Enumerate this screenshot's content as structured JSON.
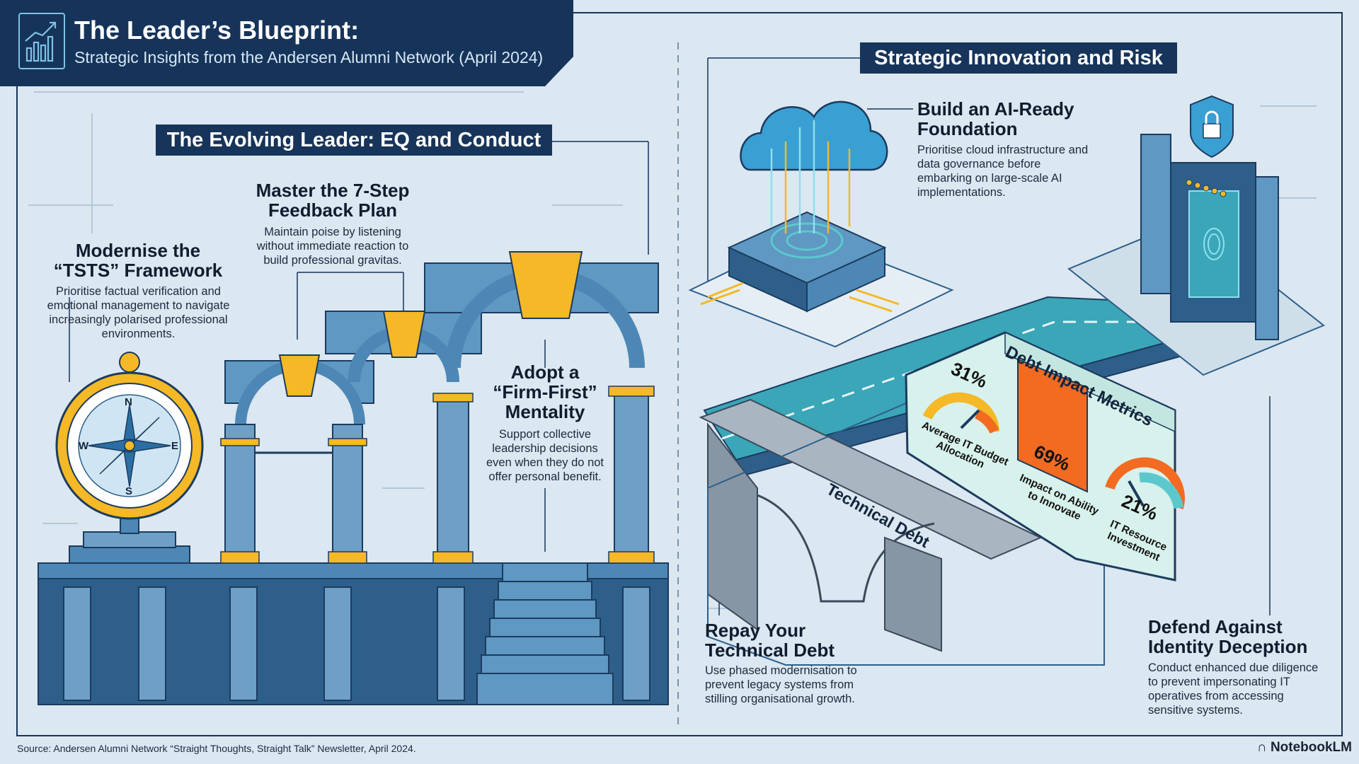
{
  "header": {
    "title": "The Leader’s Blueprint:",
    "subtitle": "Strategic Insights from the Andersen Alumni Network (April 2024)"
  },
  "left_section": {
    "banner": "The Evolving Leader: EQ and Conduct",
    "tsts": {
      "title_line1": "Modernise the",
      "title_line2": "“TSTS” Framework",
      "text": "Prioritise factual verification and emotional management to navigate increasingly polarised professional environments."
    },
    "feedback": {
      "title_line1": "Master the 7-Step",
      "title_line2": "Feedback Plan",
      "text": "Maintain poise by listening without immediate reaction to build professional gravitas."
    },
    "firm_first": {
      "title_line1": "Adopt a",
      "title_line2": "“Firm-First”",
      "title_line3": "Mentality",
      "text": "Support collective leadership decisions even when they do not offer personal benefit."
    },
    "compass": {
      "n": "N",
      "s": "S",
      "e": "E",
      "w": "W"
    }
  },
  "right_section": {
    "banner": "Strategic Innovation and Risk",
    "ai": {
      "title_line1": "Build an AI-Ready",
      "title_line2": "Foundation",
      "text": "Prioritise cloud infrastructure and data governance before embarking on large-scale AI implementations."
    },
    "debt": {
      "title_line1": "Repay Your",
      "title_line2": "Technical Debt",
      "text": "Use phased modernisation to prevent legacy systems from stilling organisational growth."
    },
    "identity": {
      "title_line1": "Defend Against",
      "title_line2": "Identity Deception",
      "text": "Conduct enhanced due diligence to prevent impersonating IT operatives from accessing sensitive systems."
    },
    "bridge_label": "Technical Debt",
    "metrics": {
      "title": "Debt Impact Metrics",
      "items": [
        {
          "pct": "31%",
          "value": 31,
          "label_line1": "Average IT Budget",
          "label_line2": "Allocation"
        },
        {
          "pct": "69%",
          "value": 69,
          "label_line1": "Impact on Ability",
          "label_line2": "to Innovate"
        },
        {
          "pct": "21%",
          "value": 21,
          "label_line1": "IT Resource",
          "label_line2": "Investment"
        }
      ]
    }
  },
  "footer": {
    "source": "Source: Andersen Alumni Network “Straight Thoughts, Straight Talk” Newsletter, April 2024.",
    "brand": "NotebookLM"
  },
  "colors": {
    "navy": "#16345a",
    "background": "#dbe7f1",
    "column_blue": "#5d93bd",
    "gold": "#f5b826",
    "accent_orange": "#f26b21",
    "teal": "#5cc8cc"
  }
}
